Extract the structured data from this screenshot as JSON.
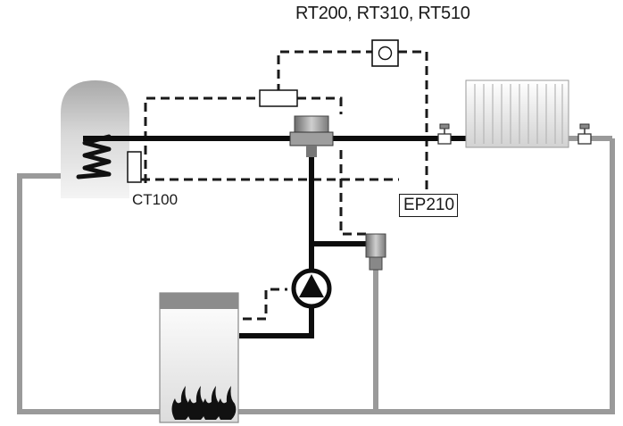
{
  "labels": {
    "thermostats": "RT200, RT310, RT510",
    "sensor": "CT100",
    "module": "EP210"
  },
  "colors": {
    "supply_pipe": "#0d0d0d",
    "return_pipe": "#9a9a9a",
    "control_wire": "#1a1a1a",
    "boiler_top": "#8c8c8c",
    "tank": "#cfcfcf",
    "background": "#ffffff"
  },
  "icons": [
    "thermostat-icon",
    "pump-icon",
    "flame-icon",
    "coil-icon",
    "valve-icon",
    "radiator-icon"
  ]
}
